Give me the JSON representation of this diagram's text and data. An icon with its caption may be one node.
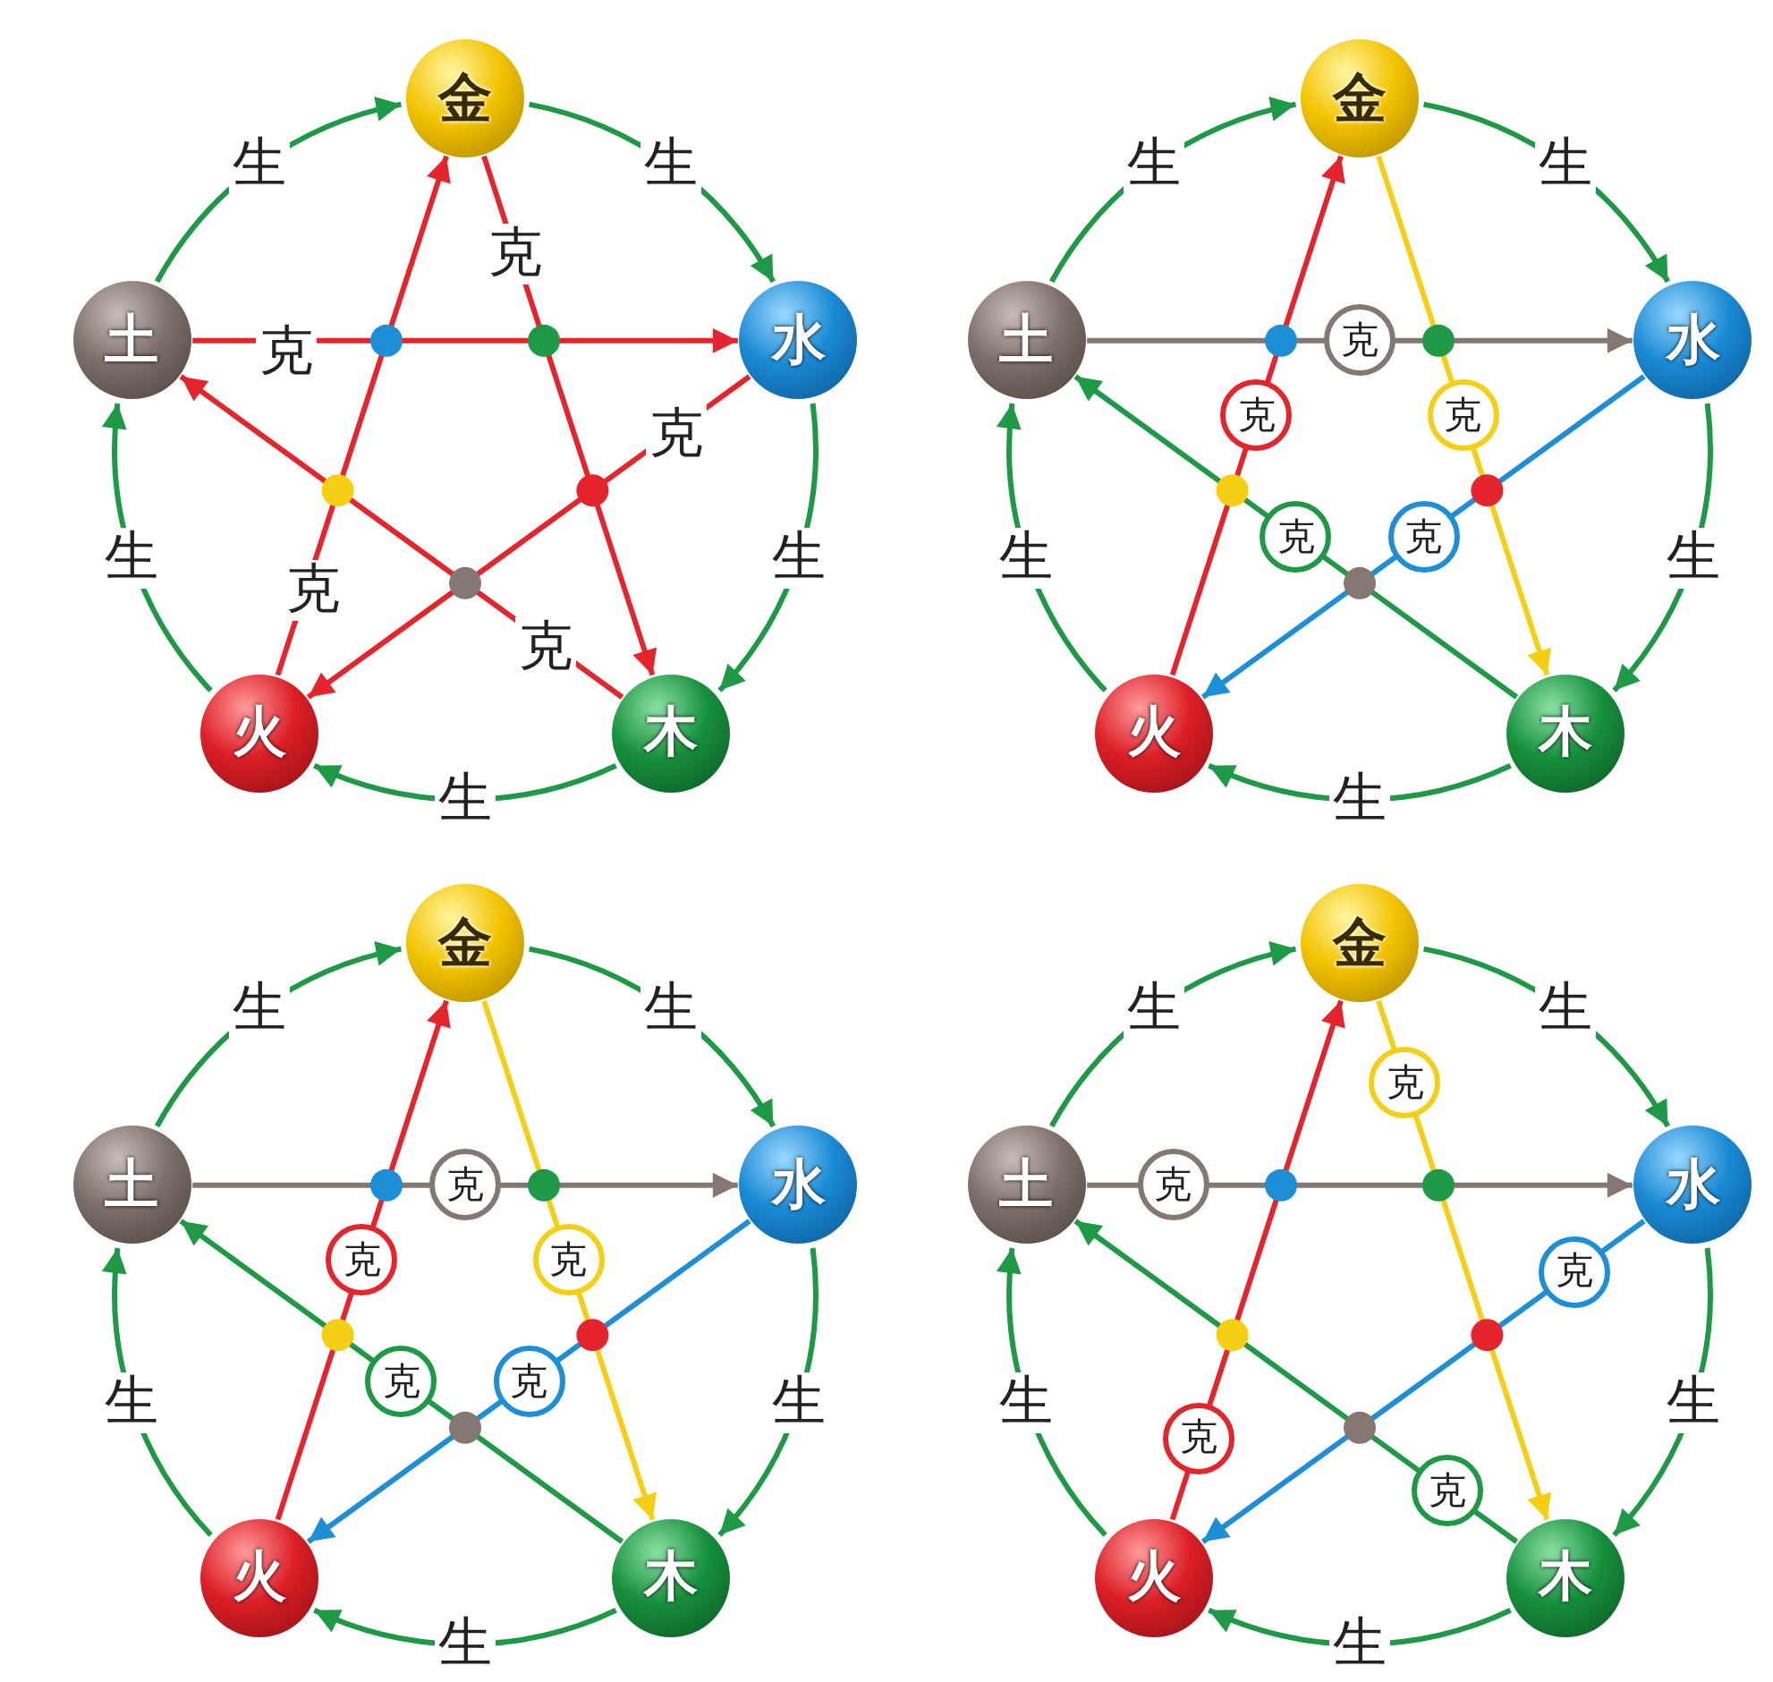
{
  "diagram": {
    "nodes": [
      {
        "text": [
          "金"
        ]
      },
      {
        "text": [
          "土"
        ]
      },
      {
        "text": [
          "水"
        ]
      },
      {
        "text": [
          "火"
        ]
      },
      {
        "text": [
          "木"
        ]
      },
      {
        "text": [
          "金"
        ]
      },
      {
        "text": [
          "土"
        ]
      },
      {
        "text": [
          "水"
        ]
      },
      {
        "text": [
          "火"
        ]
      },
      {
        "text": [
          "木"
        ]
      },
      {
        "text": [
          "金"
        ]
      },
      {
        "text": [
          "土"
        ]
      },
      {
        "text": [
          "水"
        ]
      },
      {
        "text": [
          "火"
        ]
      },
      {
        "text": [
          "木"
        ]
      },
      {
        "text": [
          "金"
        ]
      },
      {
        "text": [
          "土"
        ]
      },
      {
        "text": [
          "水"
        ]
      },
      {
        "text": [
          "火"
        ]
      },
      {
        "text": [
          "木"
        ]
      }
    ],
    "edges": [
      {
        "from": 0,
        "to": 2,
        "arrow": "to",
        "label": "生"
      },
      {
        "from": 2,
        "to": 4,
        "arrow": "to",
        "label": "生"
      },
      {
        "from": 4,
        "to": 3,
        "arrow": "to",
        "label": "生"
      },
      {
        "from": 3,
        "to": 1,
        "arrow": "to",
        "label": "生"
      },
      {
        "from": 1,
        "to": 0,
        "arrow": "to",
        "label": "生"
      },
      {
        "from": 0,
        "to": 4,
        "arrow": "to",
        "label": "克",
        "color": "#e5242b"
      },
      {
        "from": 2,
        "to": 3,
        "arrow": "to",
        "label": "克",
        "color": "#e5242b"
      },
      {
        "from": 4,
        "to": 1,
        "arrow": "to",
        "label": "克",
        "color": "#e5242b"
      },
      {
        "from": 3,
        "to": 0,
        "arrow": "to",
        "label": "克",
        "color": "#e5242b"
      },
      {
        "from": 1,
        "to": 2,
        "arrow": "to",
        "label": "克",
        "color": "#e5242b"
      },
      {
        "from": 5,
        "to": 7,
        "arrow": "to",
        "label": "生"
      },
      {
        "from": 7,
        "to": 9,
        "arrow": "to",
        "label": "生"
      },
      {
        "from": 9,
        "to": 8,
        "arrow": "to",
        "label": "生"
      },
      {
        "from": 8,
        "to": 6,
        "arrow": "to",
        "label": "生"
      },
      {
        "from": 6,
        "to": 5,
        "arrow": "to",
        "label": "生"
      },
      {
        "from": 5,
        "to": 9,
        "arrow": "to",
        "label": "克",
        "color": "#f5cf14"
      },
      {
        "from": 7,
        "to": 8,
        "arrow": "to",
        "label": "克",
        "color": "#1d8fd6"
      },
      {
        "from": 9,
        "to": 6,
        "arrow": "to",
        "label": "克",
        "color": "#1e9a46"
      },
      {
        "from": 8,
        "to": 5,
        "arrow": "to",
        "label": "克",
        "color": "#e5242b"
      },
      {
        "from": 6,
        "to": 7,
        "arrow": "to",
        "label": "克",
        "color": "#857772"
      },
      {
        "from": 10,
        "to": 12,
        "arrow": "to",
        "label": "生"
      },
      {
        "from": 12,
        "to": 14,
        "arrow": "to",
        "label": "生"
      },
      {
        "from": 14,
        "to": 13,
        "arrow": "to",
        "label": "生"
      },
      {
        "from": 13,
        "to": 11,
        "arrow": "to",
        "label": "生"
      },
      {
        "from": 11,
        "to": 10,
        "arrow": "to",
        "label": "生"
      },
      {
        "from": 10,
        "to": 14,
        "arrow": "to",
        "label": "克",
        "color": "#f5cf14"
      },
      {
        "from": 12,
        "to": 13,
        "arrow": "to",
        "label": "克",
        "color": "#1d8fd6"
      },
      {
        "from": 14,
        "to": 11,
        "arrow": "to",
        "label": "克",
        "color": "#1e9a46"
      },
      {
        "from": 13,
        "to": 10,
        "arrow": "to",
        "label": "克",
        "color": "#e5242b"
      },
      {
        "from": 11,
        "to": 12,
        "arrow": "to",
        "label": "克",
        "color": "#857772"
      },
      {
        "from": 15,
        "to": 17,
        "arrow": "to",
        "label": "生"
      },
      {
        "from": 17,
        "to": 19,
        "arrow": "to",
        "label": "生"
      },
      {
        "from": 19,
        "to": 18,
        "arrow": "to",
        "label": "生"
      },
      {
        "from": 18,
        "to": 16,
        "arrow": "to",
        "label": "生"
      },
      {
        "from": 16,
        "to": 15,
        "arrow": "to",
        "label": "生"
      },
      {
        "from": 15,
        "to": 19,
        "arrow": "to",
        "label": "克",
        "color": "#f5cf14"
      },
      {
        "from": 17,
        "to": 18,
        "arrow": "to",
        "label": "克",
        "color": "#1d8fd6"
      },
      {
        "from": 19,
        "to": 16,
        "arrow": "to",
        "label": "克",
        "color": "#1e9a46"
      },
      {
        "from": 18,
        "to": 15,
        "arrow": "to",
        "label": "克",
        "color": "#e5242b"
      },
      {
        "from": 16,
        "to": 17,
        "arrow": "to",
        "label": "克",
        "color": "#857772"
      }
    ]
  }
}
